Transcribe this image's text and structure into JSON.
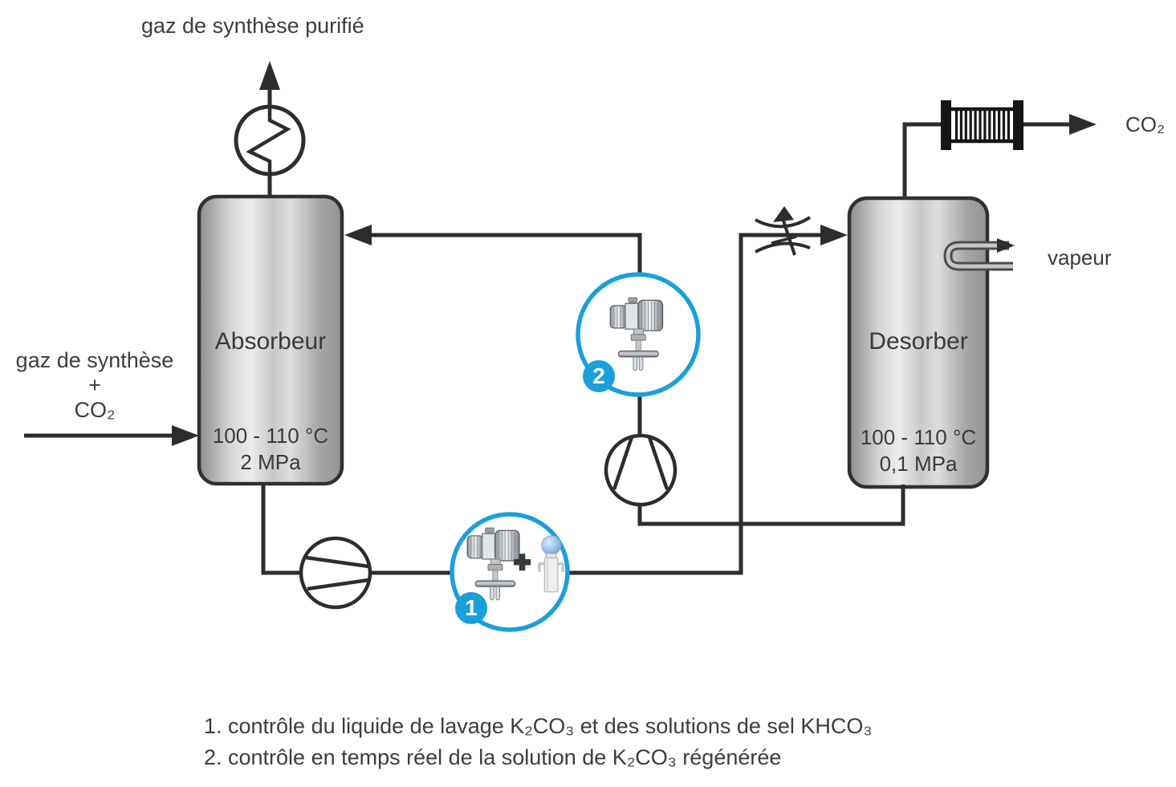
{
  "colors": {
    "accent_blue": "#1b9fda",
    "line_dark": "#2d2d2d"
  },
  "labels": {
    "purified_gas": "gaz de synthèse purifié",
    "feed": [
      "gaz de synthèse",
      "+",
      "CO₂"
    ],
    "co2_out": "CO₂",
    "steam": "vapeur"
  },
  "vessels": {
    "absorber": {
      "name": "Absorbeur",
      "temperature": "100 - 110 °C",
      "pressure": "2 MPa"
    },
    "desorber": {
      "name": "Desorber",
      "temperature": "100 - 110 °C",
      "pressure": "0,1 MPa"
    }
  },
  "instruments": [
    {
      "badge": "1",
      "icon": "density-sensor-plus-probe-icon"
    },
    {
      "badge": "2",
      "icon": "density-sensor-icon"
    }
  ],
  "notes": [
    "1. contrôle du liquide de lavage K₂CO₃ et des solutions de sel KHCO₃",
    "2. contrôle en temps réel de la solution de K₂CO₃ régénérée"
  ]
}
